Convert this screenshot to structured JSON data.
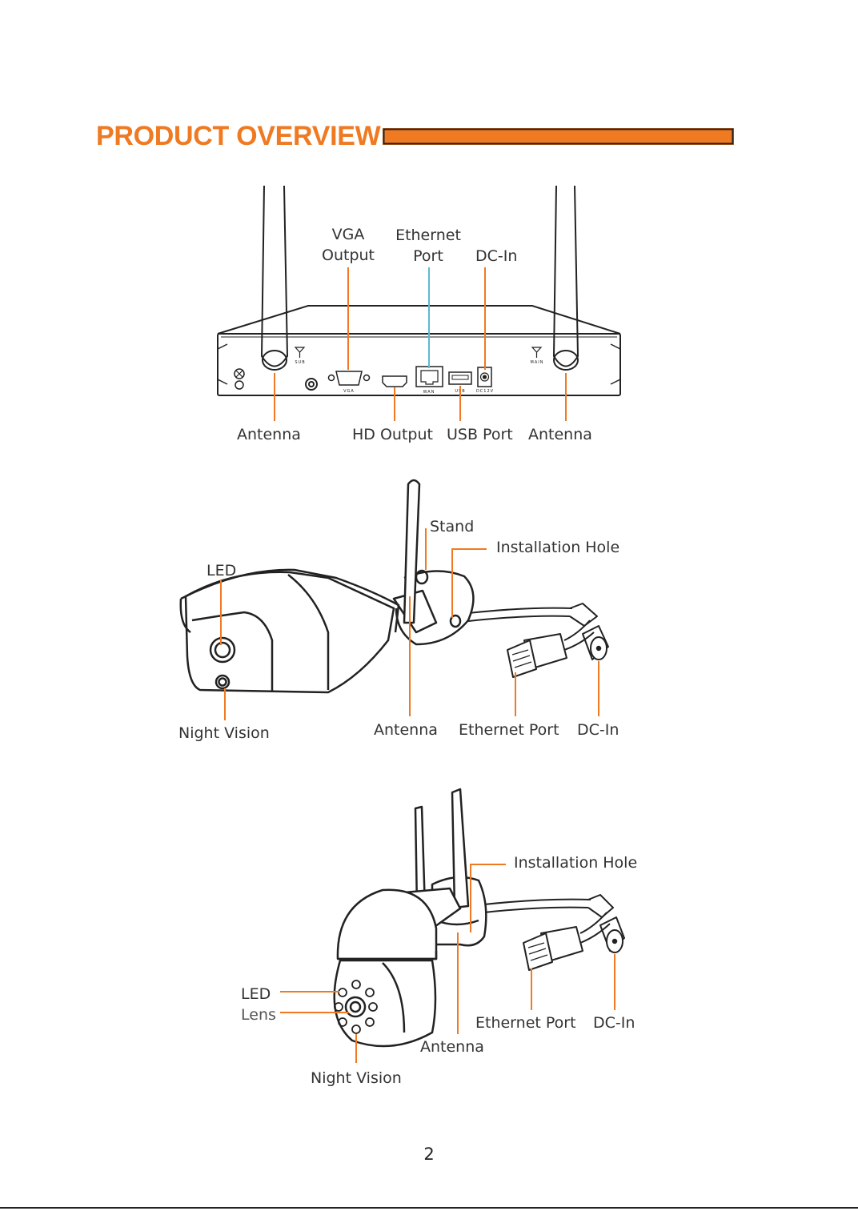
{
  "colors": {
    "accent": "#ef7a22",
    "ethernet_callout": "#5fb7d4",
    "line_art": "#222222",
    "text": "#333333"
  },
  "page": {
    "title": "PRODUCT OVERVIEW",
    "page_number": "2"
  },
  "nvr": {
    "labels": {
      "vga_line1": "VGA",
      "vga_line2": "Output",
      "ethernet_line1": "Ethernet",
      "ethernet_line2": "Port",
      "dc_in": "DC-In",
      "antenna_left": "Antenna",
      "hd_output": "HD Output",
      "usb_port": "USB Port",
      "antenna_right": "Antenna"
    },
    "panel_text": {
      "sub": "SUB",
      "main": "MAIN",
      "vga": "VGA",
      "wan": "WAN",
      "usb": "USB",
      "dc12v": "DC12V"
    }
  },
  "bullet_camera": {
    "labels": {
      "stand": "Stand",
      "installation_hole": "Installation Hole",
      "led": "LED",
      "night_vision": "Night Vision",
      "antenna": "Antenna",
      "ethernet_port": "Ethernet Port",
      "dc_in": "DC-In"
    }
  },
  "ptz_camera": {
    "labels": {
      "installation_hole": "Installation Hole",
      "led": "LED",
      "lens": "Lens",
      "ethernet_port": "Ethernet Port",
      "dc_in": "DC-In",
      "antenna": "Antenna",
      "night_vision": "Night Vision"
    }
  }
}
